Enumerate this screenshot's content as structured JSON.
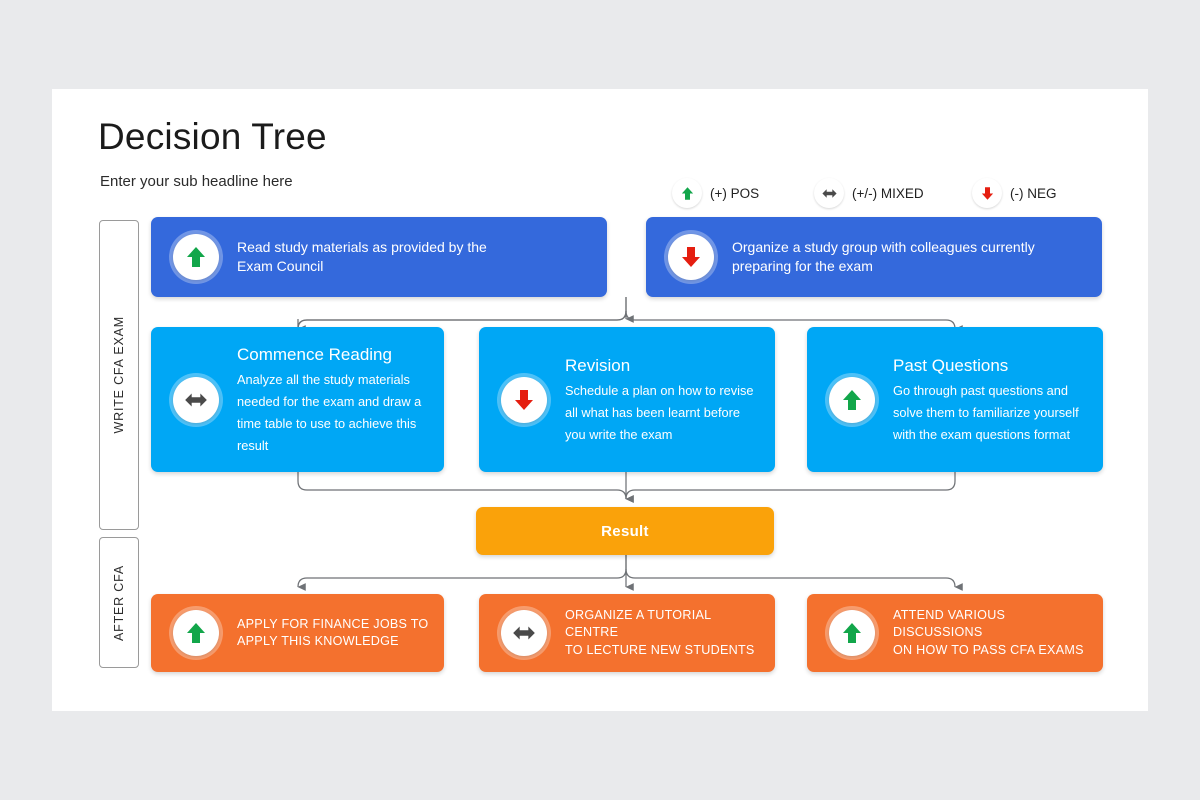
{
  "header": {
    "title": "Decision Tree",
    "subtitle": "Enter your sub headline here"
  },
  "legend": {
    "items": [
      {
        "icon": "arrow-up-icon",
        "label": "(+) POS",
        "color": "#12a64a"
      },
      {
        "icon": "arrow-both-icon",
        "label": "(+/-) MIXED",
        "color": "#4a4a4a"
      },
      {
        "icon": "arrow-down-icon",
        "label": "(-) NEG",
        "color": "#e51e10"
      }
    ]
  },
  "rails": [
    {
      "label": "WRITE CFA EXAM"
    },
    {
      "label": "AFTER CFA"
    }
  ],
  "colors": {
    "royal_blue": "#3469dc",
    "light_blue": "#00a7f5",
    "amber": "#faa20a",
    "coral": "#f4712e",
    "positive_green": "#12a64a",
    "negative_red": "#e51e10",
    "mixed_gray": "#4a4a4a",
    "slide_background": "#ffffff",
    "canvas_background": "#e9eaec"
  },
  "rows": {
    "top": [
      {
        "icon": "arrow-up-icon",
        "sentiment": "positive",
        "line1": "Read study materials as provided by the",
        "line2": "Exam Council"
      },
      {
        "icon": "arrow-down-icon",
        "sentiment": "negative",
        "line1": "Organize a study group with colleagues currently",
        "line2": "preparing for the exam"
      }
    ],
    "middle": [
      {
        "icon": "arrow-both-icon",
        "sentiment": "mixed",
        "title": "Commence Reading",
        "desc": "Analyze all the study materials needed for the exam and draw a time table to use to achieve this result"
      },
      {
        "icon": "arrow-down-icon",
        "sentiment": "negative",
        "title": "Revision",
        "desc": "Schedule a plan on how to revise all what has been learnt before you write the exam"
      },
      {
        "icon": "arrow-up-icon",
        "sentiment": "positive",
        "title": "Past Questions",
        "desc": "Go through past questions and solve them to familiarize yourself with the exam questions format"
      }
    ],
    "result": {
      "label": "Result"
    },
    "bottom": [
      {
        "icon": "arrow-up-icon",
        "sentiment": "positive",
        "line1": "APPLY FOR FINANCE JOBS TO",
        "line2": "APPLY THIS KNOWLEDGE"
      },
      {
        "icon": "arrow-both-icon",
        "sentiment": "mixed",
        "line1": "ORGANIZE A TUTORIAL CENTRE",
        "line2": "TO LECTURE NEW STUDENTS"
      },
      {
        "icon": "arrow-up-icon",
        "sentiment": "positive",
        "line1": "ATTEND VARIOUS DISCUSSIONS",
        "line2": "ON HOW TO PASS CFA EXAMS"
      }
    ]
  }
}
